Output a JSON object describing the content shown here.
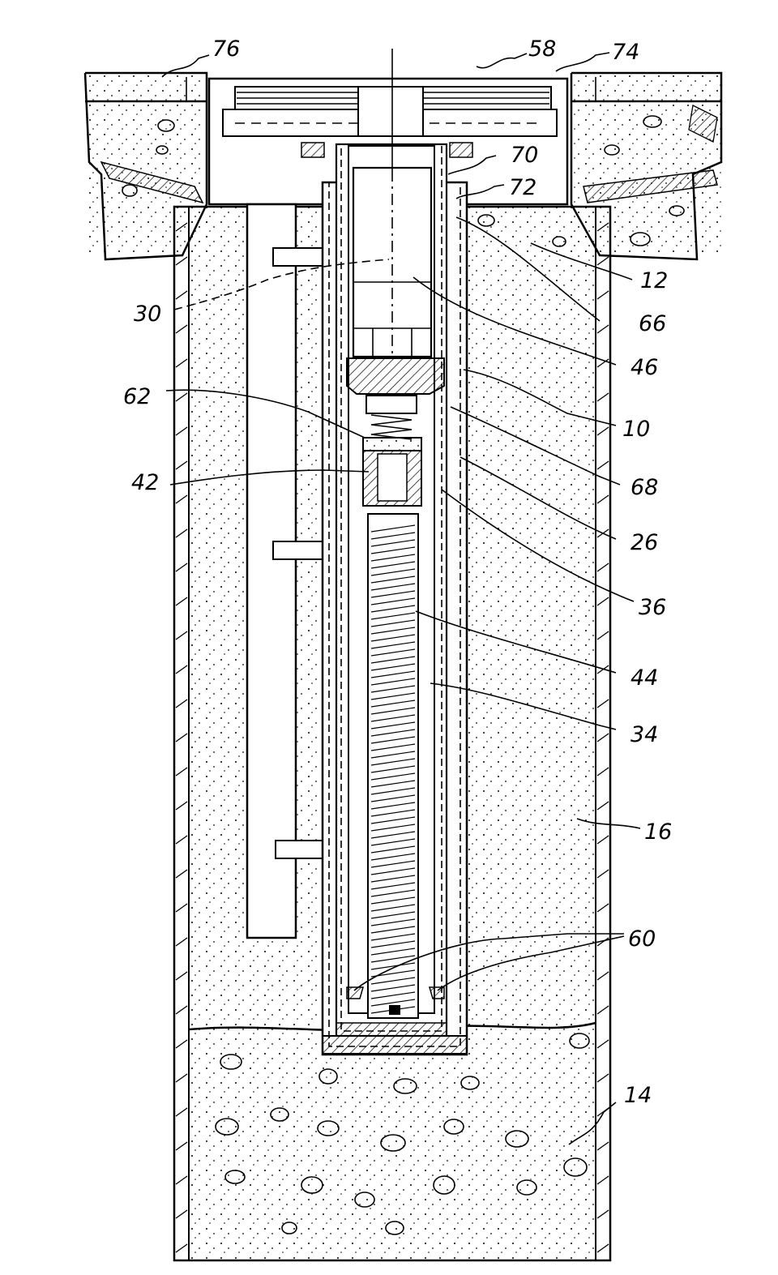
{
  "figure": {
    "labels": {
      "l76": "76",
      "l58": "58",
      "l74": "74",
      "l70": "70",
      "l72": "72",
      "l12": "12",
      "l66": "66",
      "l46": "46",
      "l30": "30",
      "l10": "10",
      "l62": "62",
      "l68": "68",
      "l42": "42",
      "l26": "26",
      "l36": "36",
      "l44": "44",
      "l34": "34",
      "l16": "16",
      "l60": "60",
      "l14": "14"
    }
  }
}
